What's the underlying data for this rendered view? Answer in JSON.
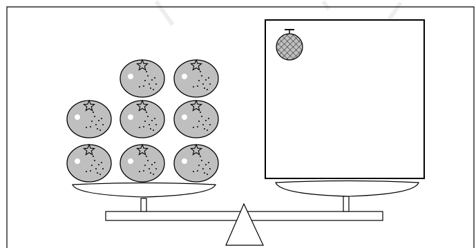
{
  "colors": {
    "stroke": "#000000",
    "fruit_fill": "#bfbfbf",
    "background": "#ffffff",
    "watermark": "#eeeeee"
  },
  "scene": {
    "left_pan": {
      "contents": "tangerine",
      "count": 8,
      "arrangement_rows": [
        2,
        3,
        3
      ]
    },
    "right_pan": {
      "contents": "box",
      "box_label_icon": "melon-icon"
    },
    "fulcrum_icon": "triangle-fulcrum-icon"
  }
}
